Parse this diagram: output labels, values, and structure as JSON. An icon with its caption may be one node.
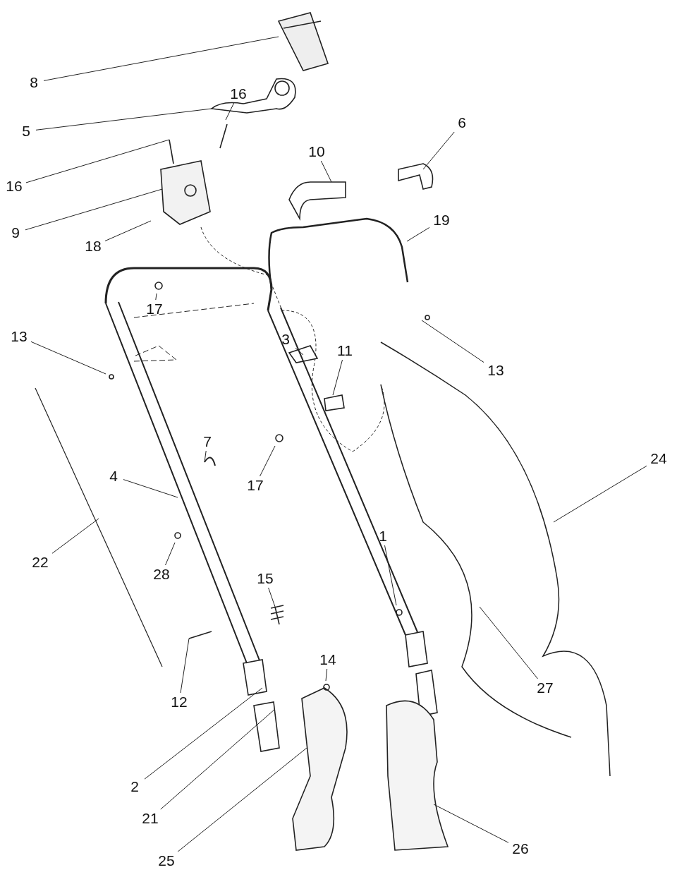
{
  "diagram": {
    "nodes": [
      {
        "text": [
          "8"
        ]
      },
      {
        "text": [
          "5"
        ]
      },
      {
        "text": [
          "16"
        ]
      },
      {
        "text": [
          "16"
        ]
      },
      {
        "text": [
          "9"
        ]
      },
      {
        "text": [
          "18"
        ]
      },
      {
        "text": [
          "10"
        ]
      },
      {
        "text": [
          "6"
        ]
      },
      {
        "text": [
          "19"
        ]
      },
      {
        "text": [
          "17"
        ]
      },
      {
        "text": [
          "13"
        ]
      },
      {
        "text": [
          "3"
        ]
      },
      {
        "text": [
          "11"
        ]
      },
      {
        "text": [
          "13"
        ]
      },
      {
        "text": [
          "7"
        ]
      },
      {
        "text": [
          "17"
        ]
      },
      {
        "text": [
          "4"
        ]
      },
      {
        "text": [
          "24"
        ]
      },
      {
        "text": [
          "22"
        ]
      },
      {
        "text": [
          "28"
        ]
      },
      {
        "text": [
          "1"
        ]
      },
      {
        "text": [
          "15"
        ]
      },
      {
        "text": [
          "14"
        ]
      },
      {
        "text": [
          "12"
        ]
      },
      {
        "text": [
          "27"
        ]
      },
      {
        "text": [
          "2"
        ]
      },
      {
        "text": [
          "21"
        ]
      },
      {
        "text": [
          "25"
        ]
      },
      {
        "text": [
          "26"
        ]
      }
    ],
    "edges": [
      {
        "from": 0,
        "to": null,
        "arrow": "none"
      },
      {
        "from": 1,
        "to": null,
        "arrow": "none"
      },
      {
        "from": 2,
        "to": null,
        "arrow": "none"
      },
      {
        "from": 3,
        "to": null,
        "arrow": "none"
      },
      {
        "from": 4,
        "to": null,
        "arrow": "none"
      },
      {
        "from": 5,
        "to": null,
        "arrow": "none"
      },
      {
        "from": 6,
        "to": null,
        "arrow": "none"
      },
      {
        "from": 7,
        "to": null,
        "arrow": "none"
      },
      {
        "from": 8,
        "to": null,
        "arrow": "none"
      },
      {
        "from": 9,
        "to": null,
        "arrow": "none"
      },
      {
        "from": 10,
        "to": null,
        "arrow": "none"
      },
      {
        "from": 11,
        "to": null,
        "arrow": "none"
      },
      {
        "from": 12,
        "to": null,
        "arrow": "none"
      },
      {
        "from": 13,
        "to": null,
        "arrow": "none"
      },
      {
        "from": 14,
        "to": null,
        "arrow": "none"
      },
      {
        "from": 15,
        "to": null,
        "arrow": "none"
      },
      {
        "from": 16,
        "to": null,
        "arrow": "none"
      },
      {
        "from": 17,
        "to": null,
        "arrow": "none"
      },
      {
        "from": 18,
        "to": null,
        "arrow": "none"
      },
      {
        "from": 19,
        "to": null,
        "arrow": "none"
      },
      {
        "from": 20,
        "to": null,
        "arrow": "none"
      },
      {
        "from": 21,
        "to": null,
        "arrow": "none"
      },
      {
        "from": 22,
        "to": null,
        "arrow": "none"
      },
      {
        "from": 23,
        "to": null,
        "arrow": "none"
      },
      {
        "from": 24,
        "to": null,
        "arrow": "none"
      },
      {
        "from": 25,
        "to": null,
        "arrow": "none"
      },
      {
        "from": 26,
        "to": null,
        "arrow": "none"
      },
      {
        "from": 27,
        "to": null,
        "arrow": "none"
      },
      {
        "from": 28,
        "to": null,
        "arrow": "none"
      }
    ]
  }
}
